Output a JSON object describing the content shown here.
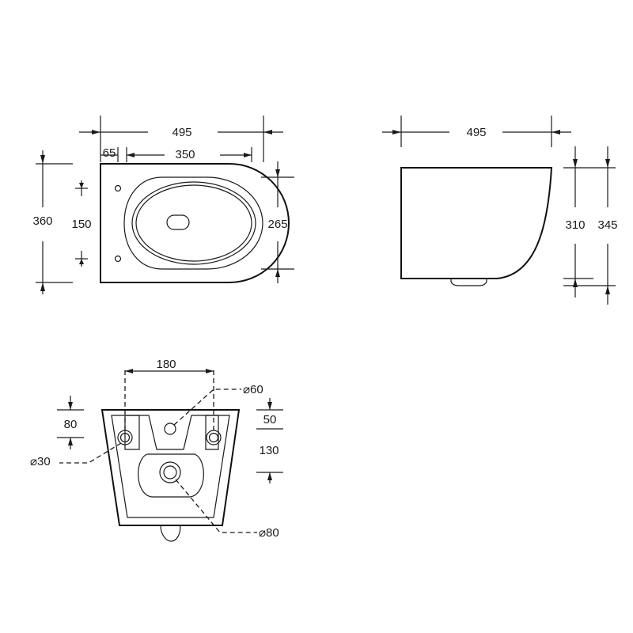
{
  "top_view": {
    "overall_length": "495",
    "bolt_offset": "65",
    "bowl_length": "350",
    "overall_width": "360",
    "bolt_spacing": "150",
    "bowl_width": "265"
  },
  "side_view": {
    "overall_length": "495",
    "seat_height": "310",
    "overall_height": "345"
  },
  "back_view": {
    "bolt_spacing": "180",
    "inlet_diameter": "⌀60",
    "bolt_diameter": "⌀30",
    "outlet_diameter": "⌀80",
    "bolt_height": "80",
    "inlet_offset": "50",
    "outlet_offset": "130"
  },
  "colors": {
    "line": "#1a1a1a",
    "background": "#ffffff"
  }
}
